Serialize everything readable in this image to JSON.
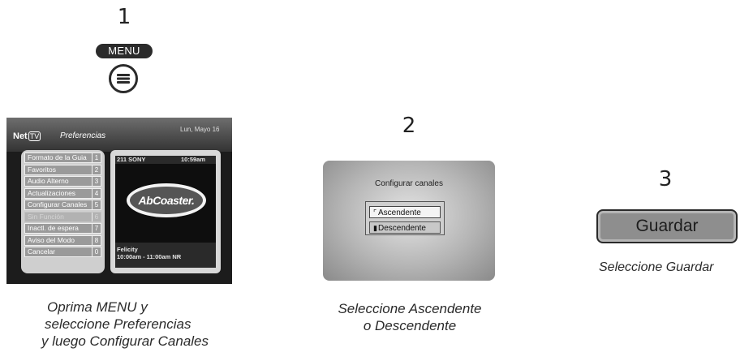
{
  "step1": {
    "number": "1",
    "menu_label": "MENU",
    "menu_icon": "menu-lines-icon",
    "screen": {
      "logo_text": "Net",
      "logo_tv": "TV",
      "title": "Preferencias",
      "date": "Lun, Mayo 16",
      "menu_items": [
        {
          "label": "Formato de la Guia",
          "num": "1"
        },
        {
          "label": "Favoritos",
          "num": "2"
        },
        {
          "label": "Audio Alterno",
          "num": "3"
        },
        {
          "label": "Actualizaciones",
          "num": "4"
        },
        {
          "label": "Configurar Canales",
          "num": "5"
        },
        {
          "label": "Sin Función",
          "num": "6"
        },
        {
          "label": "Inactl. de espera",
          "num": "7"
        },
        {
          "label": "Aviso del Modo",
          "num": "8"
        },
        {
          "label": "Cancelar",
          "num": "0"
        }
      ],
      "channel": "211 SONY",
      "time": "10:59am",
      "logo_show": "AbCoaster.",
      "show_title": "Felicity",
      "show_time": "10:00am - 11:00am NR"
    },
    "caption": [
      "Oprima MENU y",
      "seleccione Preferencias",
      "y luego Configurar Canales"
    ]
  },
  "step2": {
    "number": "2",
    "dialog_title": "Configurar canales",
    "options": [
      "Ascendente",
      "Descendente"
    ],
    "caption": [
      "Seleccione Ascendente",
      "o Descendente"
    ]
  },
  "step3": {
    "number": "3",
    "button_label": "Guardar",
    "caption": "Seleccione Guardar"
  }
}
